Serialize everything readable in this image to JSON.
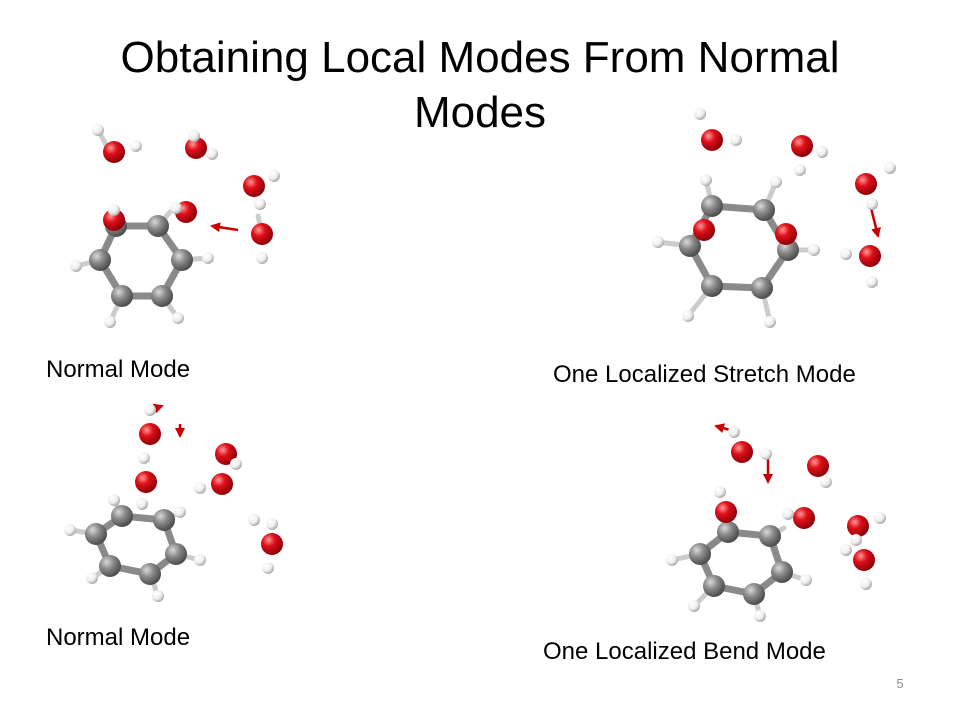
{
  "slide": {
    "title_line1": "Obtaining Local Modes From Normal",
    "title_line2": "Modes",
    "number": "5"
  },
  "panels": [
    {
      "caption": "Normal Mode"
    },
    {
      "caption": "One Localized Stretch Mode"
    },
    {
      "caption": "Normal Mode"
    },
    {
      "caption": "One Localized Bend Mode"
    }
  ],
  "colors": {
    "carbon": "#7a7a7a",
    "oxygen": "#e0101a",
    "hydrogen": "#f2f2f2",
    "arrow": "#cc0000"
  }
}
